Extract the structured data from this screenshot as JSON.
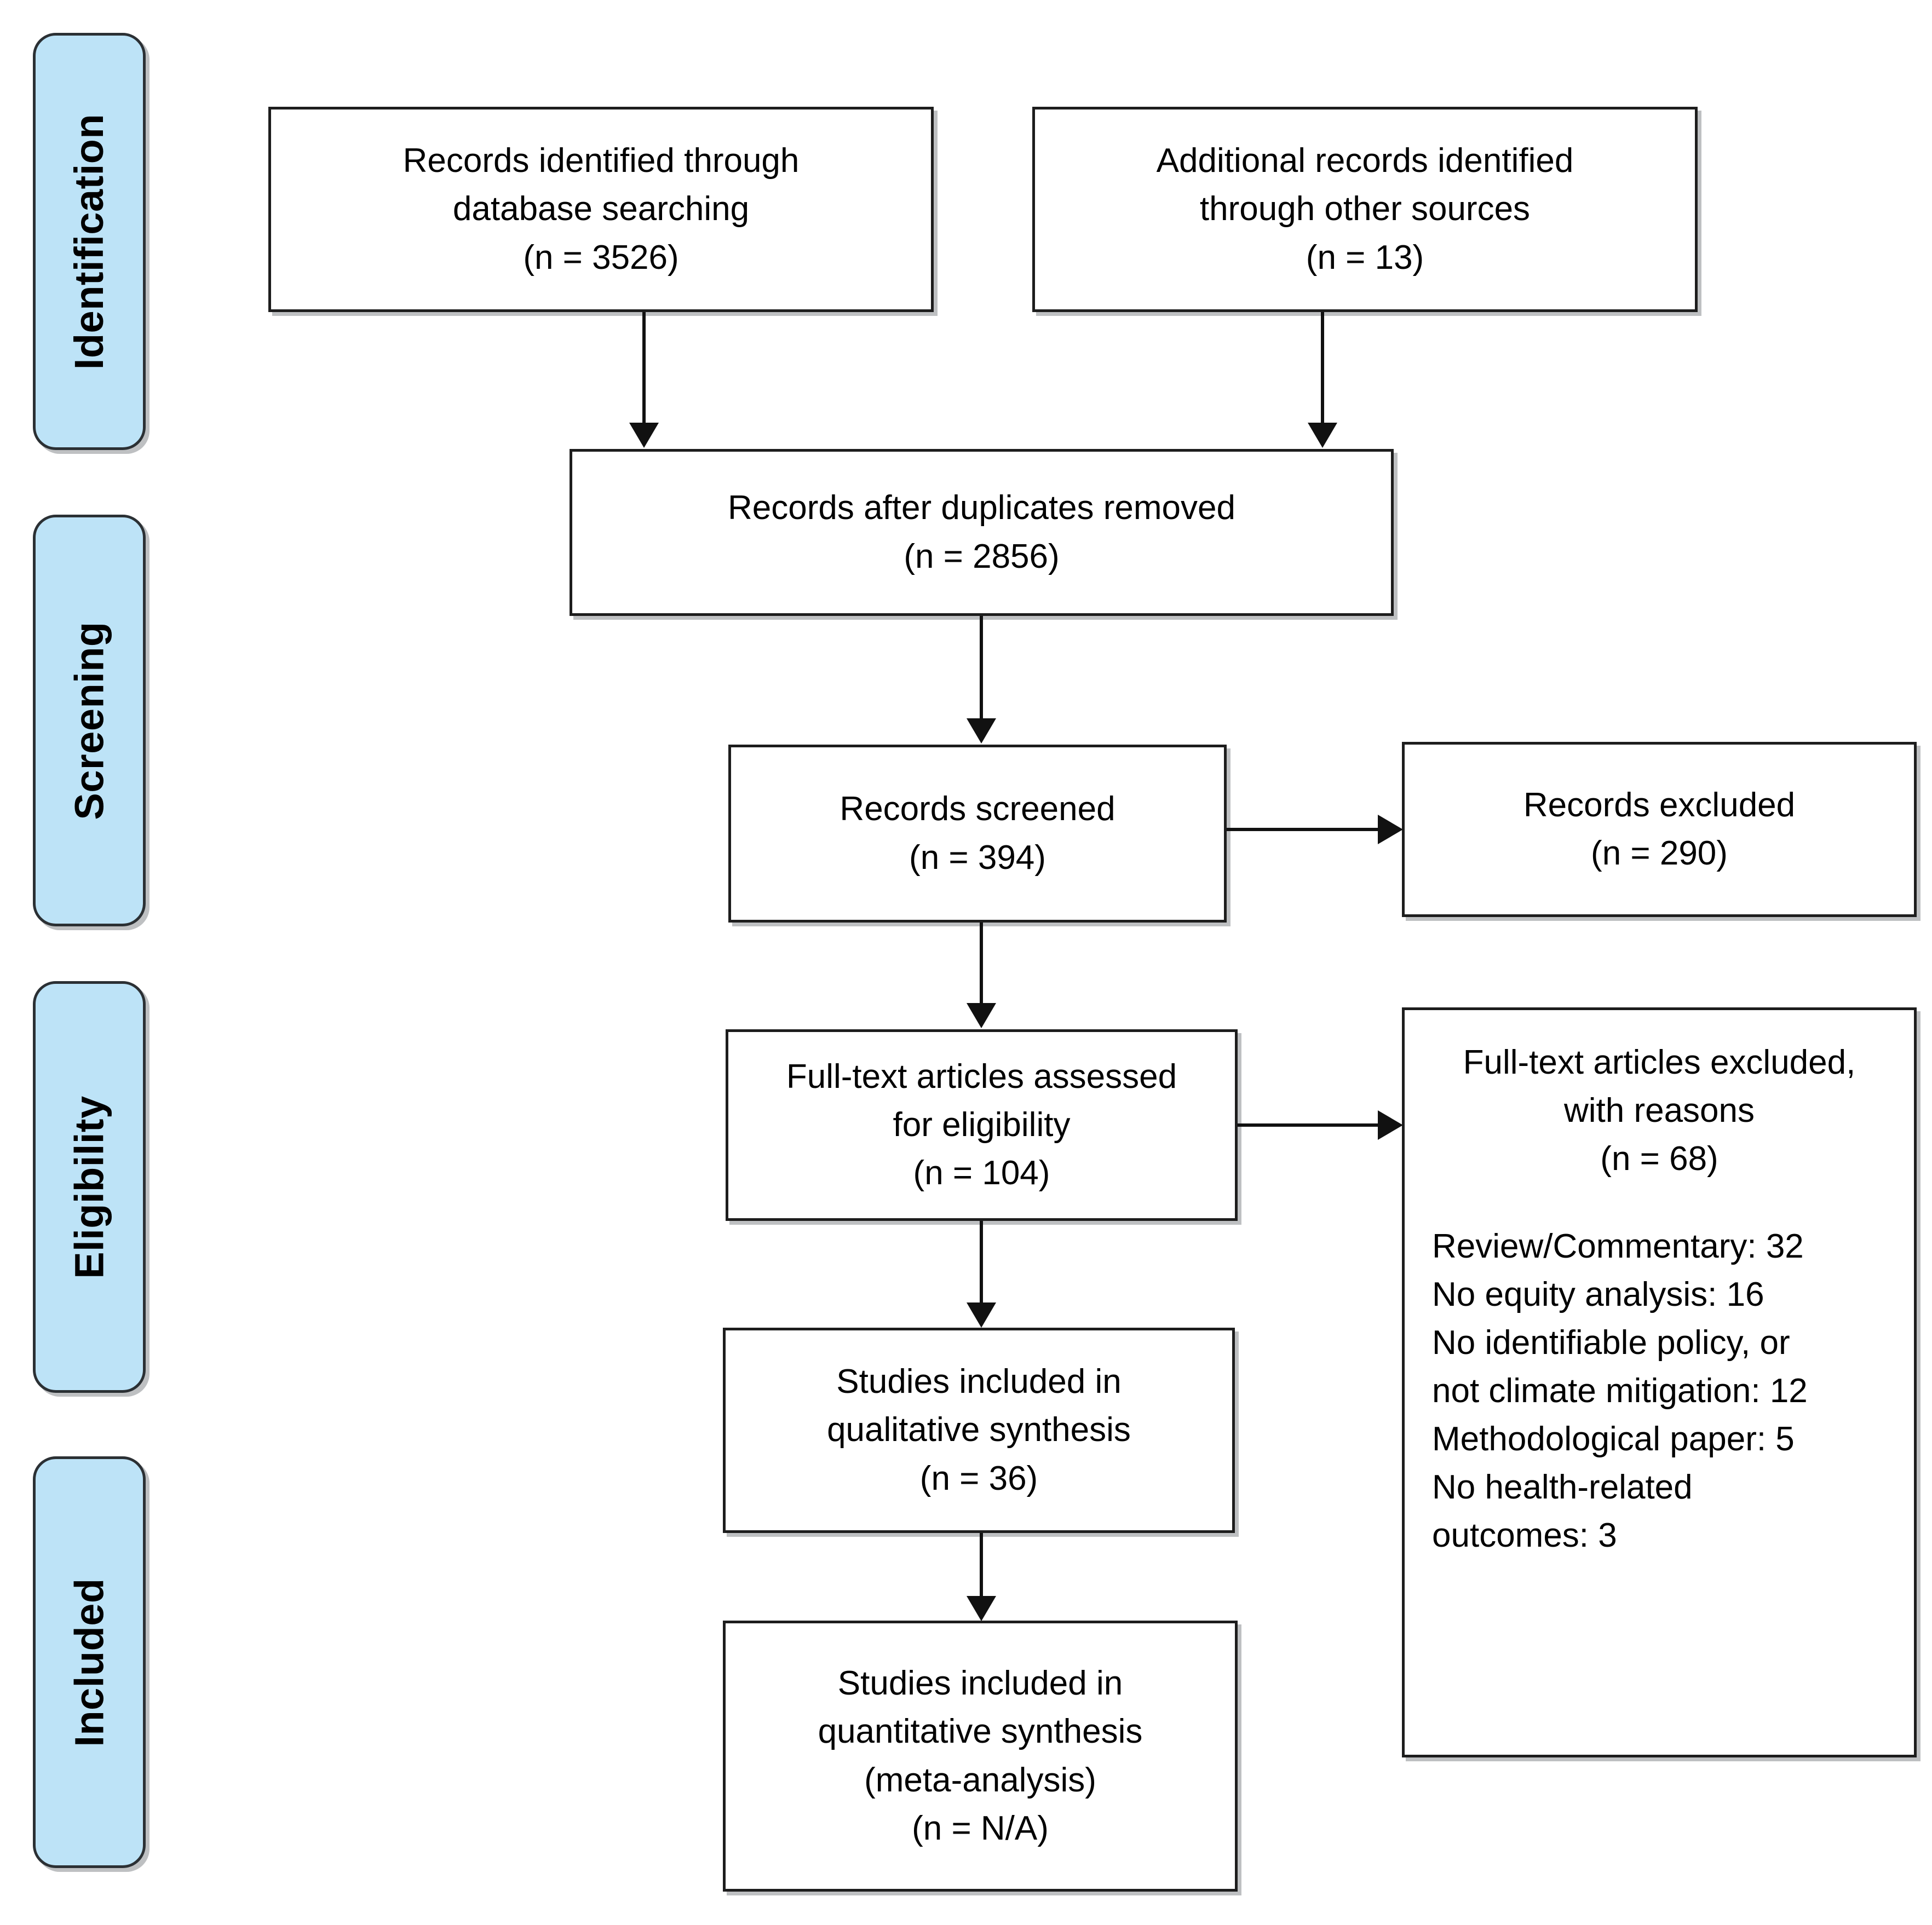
{
  "diagram": {
    "type": "PRISMA flow diagram",
    "stages": [
      {
        "id": "identification",
        "label": "Identification"
      },
      {
        "id": "screening",
        "label": "Screening"
      },
      {
        "id": "eligibility",
        "label": "Eligibility"
      },
      {
        "id": "included",
        "label": "Included"
      }
    ],
    "colors": {
      "stage_fill": "#BDE3F7",
      "stage_border": "#2b3034",
      "box_border": "#1d1d1d",
      "box_fill": "#FFFFFF",
      "connector": "#111111",
      "text": "#000000"
    },
    "boxes": {
      "db_search": {
        "line1": "Records identified through",
        "line2": "database searching",
        "count": "(n = 3526)"
      },
      "other_sources": {
        "line1": "Additional records identified",
        "line2": "through other sources",
        "count": "(n = 13)"
      },
      "duplicates_removed": {
        "line1": "Records after duplicates removed",
        "count": "(n = 2856)"
      },
      "records_screened": {
        "line1": "Records screened",
        "count": "(n = 394)"
      },
      "records_excluded": {
        "line1": "Records excluded",
        "count": "(n = 290)"
      },
      "fulltext_assessed": {
        "line1": "Full-text articles assessed",
        "line2": "for eligibility",
        "count": "(n = 104)"
      },
      "fulltext_excluded": {
        "line1": "Full-text articles excluded,",
        "line2": "with reasons",
        "count": "(n = 68)",
        "reasons": [
          "Review/Commentary: 32",
          "No equity analysis: 16",
          "No identifiable policy, or",
          "not climate mitigation: 12",
          "Methodological paper: 5",
          "No health-related",
          "outcomes: 3"
        ]
      },
      "qualitative_synthesis": {
        "line1": "Studies included in",
        "line2": "qualitative synthesis",
        "count": "(n = 36)"
      },
      "quantitative_synthesis": {
        "line1": "Studies included in",
        "line2": "quantitative synthesis",
        "line3": "(meta-analysis)",
        "count": "(n = N/A)"
      }
    }
  }
}
